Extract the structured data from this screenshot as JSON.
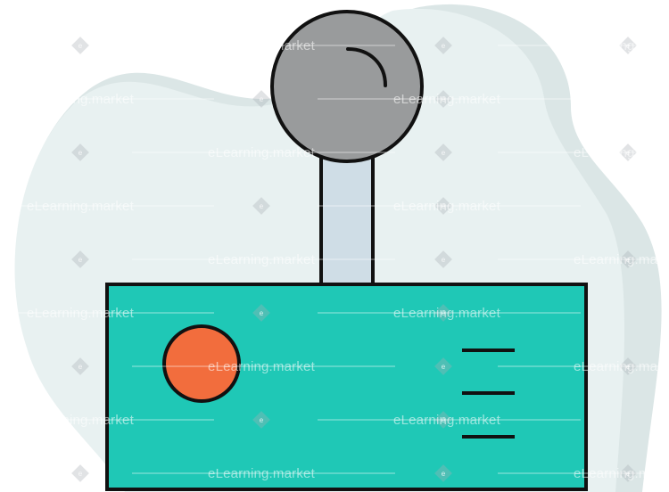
{
  "illustration": {
    "name": "joystick",
    "colors": {
      "blob_back": "#dbe6e6",
      "blob_front": "#e8f1f1",
      "base": "#1fc8b6",
      "stick": "#cfdde6",
      "knob": "#999b9c",
      "button": "#f26d3d",
      "outline": "#111111"
    }
  },
  "watermark": {
    "text": "eLearning.market",
    "badge_glyph": "e"
  }
}
